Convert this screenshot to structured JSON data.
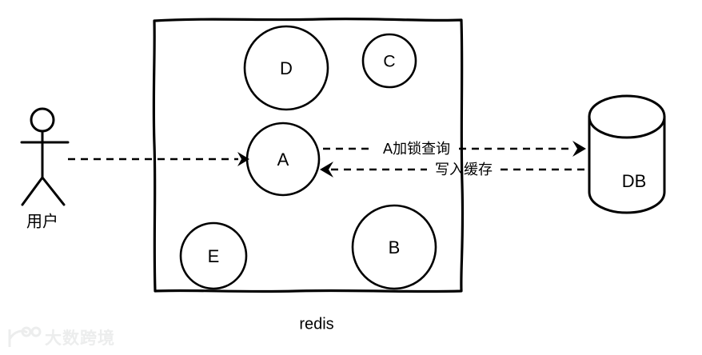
{
  "diagram": {
    "title_caption": "redis",
    "actor": {
      "label": "用户",
      "icon": "stick-figure-user-icon"
    },
    "container": {
      "name": "redis-box",
      "caption": "redis"
    },
    "cache_nodes": [
      {
        "id": "D",
        "label": "D"
      },
      {
        "id": "C",
        "label": "C"
      },
      {
        "id": "A",
        "label": "A"
      },
      {
        "id": "E",
        "label": "E"
      },
      {
        "id": "B",
        "label": "B"
      }
    ],
    "datastore": {
      "label": "DB",
      "icon": "database-cylinder-icon"
    },
    "edges": [
      {
        "id": "user-to-a",
        "label": "",
        "from": "用户",
        "to": "A",
        "style": "dashed-arrow"
      },
      {
        "id": "a-to-db",
        "label": "A加锁查询",
        "from": "A",
        "to": "DB",
        "style": "dashed-arrow"
      },
      {
        "id": "db-to-a",
        "label": "写入缓存",
        "from": "DB",
        "to": "A",
        "style": "dashed-arrow"
      }
    ],
    "colors": {
      "stroke": "#000000",
      "background": "#ffffff",
      "watermark": "#eceded"
    }
  },
  "watermark": {
    "text": "大数跨境"
  }
}
